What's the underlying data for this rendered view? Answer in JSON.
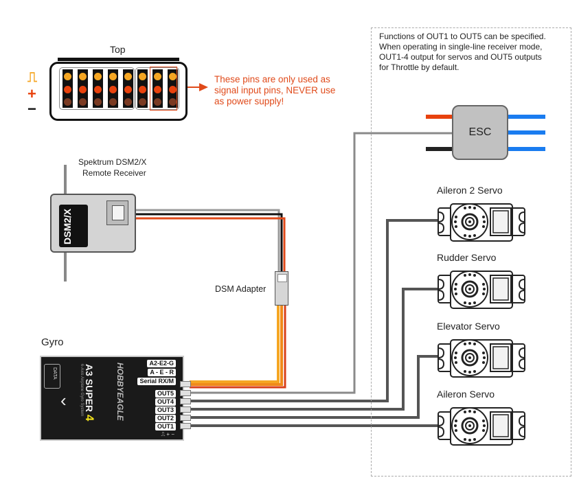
{
  "header_pins": {
    "title": "Top",
    "legend": {
      "signal_symbol": "⎍",
      "plus_symbol": "+",
      "minus_symbol": "−"
    },
    "groups": [
      {
        "columns": 5
      },
      {
        "columns": 3
      }
    ],
    "highlighted_columns": "last two columns of second group",
    "warning": [
      "These pins are only used as",
      "signal input pins, NEVER use",
      "as power supply!"
    ],
    "colors": {
      "signal": "#f5a623",
      "power": "#e8420d",
      "ground": "#7a3a22",
      "warning": "#e04a1a"
    }
  },
  "note": {
    "lines": [
      "Functions of OUT1 to OUT5 can be specified.",
      "When operating in single-line receiver mode,",
      "OUT1-4 output for servos and OUT5 outputs",
      "for Throttle by default."
    ]
  },
  "receiver": {
    "caption_line1": "Spektrum DSM2/X",
    "caption_line2": "Remote Receiver",
    "label": "DSM2/X"
  },
  "adapter": {
    "label": "DSM Adapter"
  },
  "gyro": {
    "caption": "Gyro",
    "brand": "HOBBYEAGLE",
    "model": "A3 SUPER",
    "model_number": "4",
    "subtitle": "6-Axis Airplane Gyro System",
    "data_port": "DATA",
    "ports_in": [
      "A2-E2-G",
      "A - E - R",
      "Serial RX/M"
    ],
    "ports_out": [
      "OUT5",
      "OUT4",
      "OUT3",
      "OUT2",
      "OUT1"
    ],
    "pin_legend": "⎍ + −"
  },
  "esc": {
    "label": "ESC",
    "colors": {
      "red": "#e8420d",
      "black": "#222222",
      "blue": "#1a7cf0"
    }
  },
  "servos": [
    {
      "label": "Aileron 2 Servo",
      "port": "OUT4"
    },
    {
      "label": "Rudder Servo",
      "port": "OUT3"
    },
    {
      "label": "Elevator Servo",
      "port": "OUT2"
    },
    {
      "label": "Aileron Servo",
      "port": "OUT1"
    }
  ]
}
